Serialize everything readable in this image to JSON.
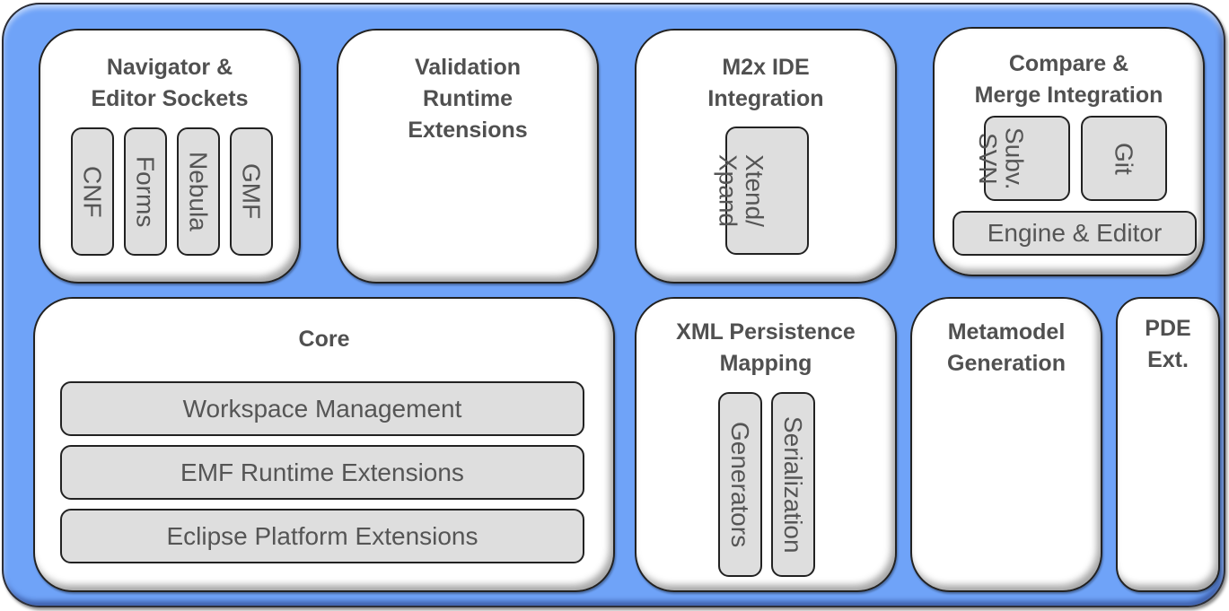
{
  "colors": {
    "background": "#6fa3f8",
    "box": "#ffffff",
    "chip": "#dedede",
    "text": "#505050"
  },
  "modules": {
    "navigator": {
      "title": [
        "Navigator &",
        "Editor Sockets"
      ],
      "items": [
        "CNF",
        "Forms",
        "Nebula",
        "GMF"
      ]
    },
    "validation": {
      "title": [
        "Validation",
        "Runtime",
        "Extensions"
      ]
    },
    "m2x": {
      "title": [
        "M2x IDE",
        "Integration"
      ],
      "items": [
        "Xtend/ Xpand"
      ]
    },
    "compare": {
      "title": [
        "Compare &",
        "Merge Integration"
      ],
      "items": [
        "Subv. SVN",
        "Git"
      ],
      "base": "Engine & Editor"
    },
    "core": {
      "title": "Core",
      "layers": [
        "Workspace Management",
        "EMF Runtime Extensions",
        "Eclipse Platform Extensions"
      ]
    },
    "xml": {
      "title": [
        "XML Persistence",
        "Mapping"
      ],
      "items": [
        "Generators",
        "Serialization"
      ]
    },
    "metamodel": {
      "title": [
        "Metamodel",
        "Generation"
      ]
    },
    "pde": {
      "title": [
        "PDE",
        "Ext."
      ]
    }
  }
}
